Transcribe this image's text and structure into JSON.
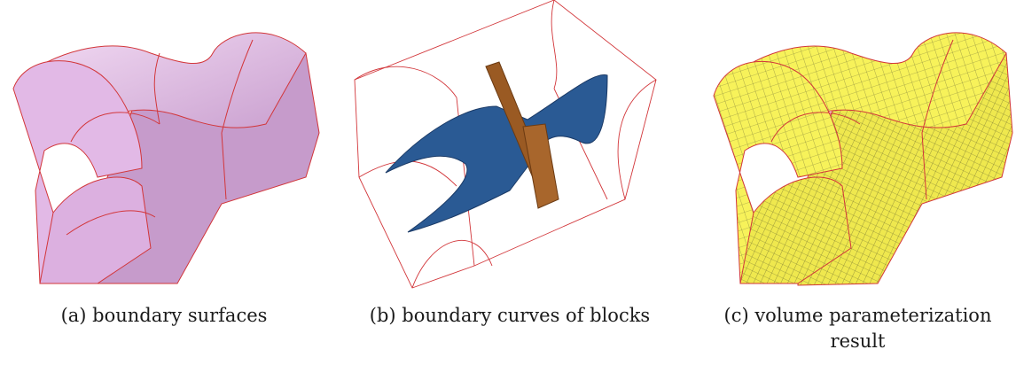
{
  "figure": {
    "captions": {
      "a": "(a) boundary surfaces",
      "b": "(b) boundary curves of blocks",
      "c_line1": "(c) volume parameterization",
      "c_line2": "result"
    }
  },
  "colors": {
    "surface_fill": "#e8c3ea",
    "surface_shade": "#c99fcf",
    "edge_red": "#d2363a",
    "block_blue": "#2a5a94",
    "block_brown": "#9a5a23",
    "mesh_yellow": "#f7f25a",
    "mesh_line": "#7a7a3a"
  }
}
